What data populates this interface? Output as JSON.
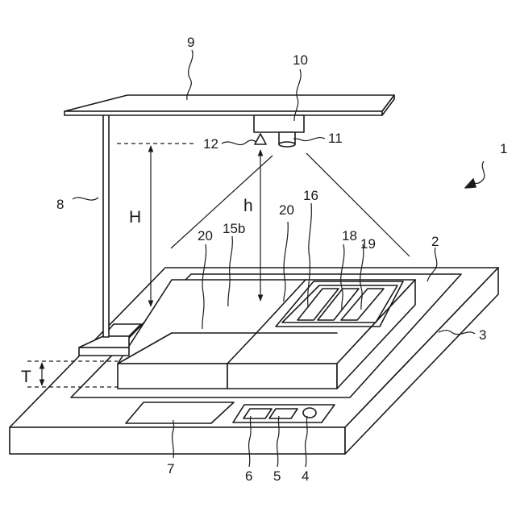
{
  "labels": {
    "n1": "1",
    "n2": "2",
    "n3": "3",
    "n4": "4",
    "n5": "5",
    "n6": "6",
    "n7": "7",
    "n8": "8",
    "n9": "9",
    "n10": "10",
    "n11": "11",
    "n12": "12",
    "n15b": "15b",
    "n16": "16",
    "n18": "18",
    "n19": "19",
    "n20a": "20",
    "n20b": "20",
    "H": "H",
    "h": "h",
    "T": "T"
  }
}
